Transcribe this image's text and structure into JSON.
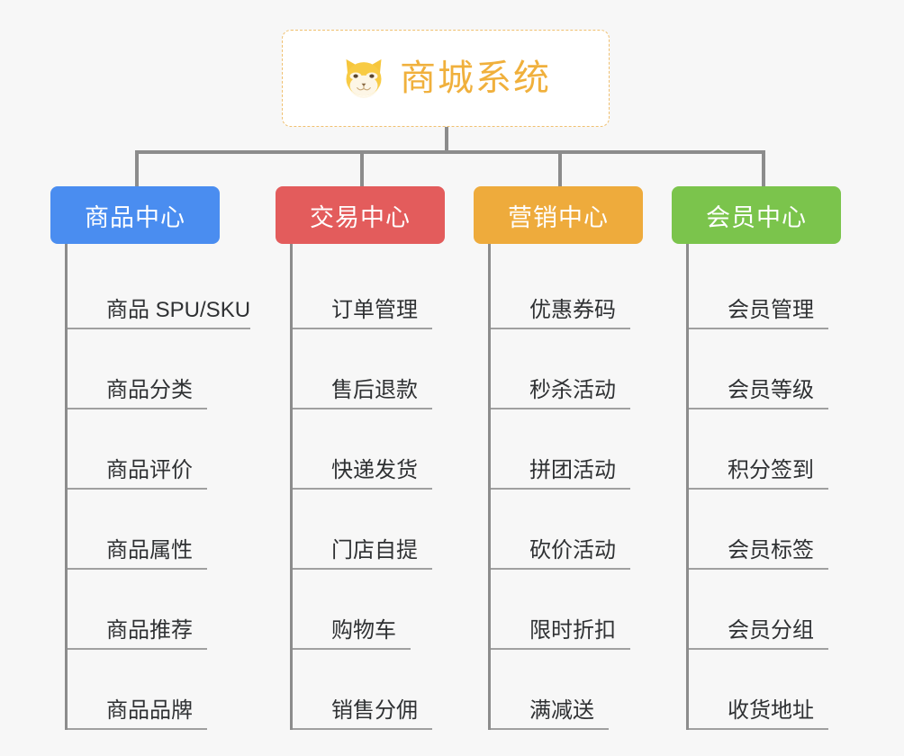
{
  "diagram": {
    "type": "org-tree",
    "background_color": "#f7f7f7",
    "root": {
      "title": "商城系统",
      "icon": "shiba-dog-icon",
      "text_color": "#f0b03c",
      "border_color": "#f0c070",
      "background_color": "#ffffff"
    },
    "connector_color": "#8c8c8c",
    "branches": [
      {
        "id": "product-center",
        "label": "商品中心",
        "color": "#4a8df0",
        "items": [
          {
            "label": "商品 SPU/SKU",
            "underline_width": 203
          },
          {
            "label": "商品分类",
            "underline_width": 155
          },
          {
            "label": "商品评价",
            "underline_width": 155
          },
          {
            "label": "商品属性",
            "underline_width": 155
          },
          {
            "label": "商品推荐",
            "underline_width": 155
          },
          {
            "label": "商品品牌",
            "underline_width": 155
          }
        ]
      },
      {
        "id": "trade-center",
        "label": "交易中心",
        "color": "#e35c5c",
        "items": [
          {
            "label": "订单管理",
            "underline_width": 155
          },
          {
            "label": "售后退款",
            "underline_width": 155
          },
          {
            "label": "快递发货",
            "underline_width": 155
          },
          {
            "label": "门店自提",
            "underline_width": 155
          },
          {
            "label": "购物车",
            "underline_width": 131
          },
          {
            "label": "销售分佣",
            "underline_width": 155
          }
        ]
      },
      {
        "id": "marketing-center",
        "label": "营销中心",
        "color": "#eeab3c",
        "items": [
          {
            "label": "优惠券码",
            "underline_width": 155
          },
          {
            "label": "秒杀活动",
            "underline_width": 155
          },
          {
            "label": "拼团活动",
            "underline_width": 155
          },
          {
            "label": "砍价活动",
            "underline_width": 155
          },
          {
            "label": "限时折扣",
            "underline_width": 155
          },
          {
            "label": "满减送",
            "underline_width": 131
          }
        ]
      },
      {
        "id": "member-center",
        "label": "会员中心",
        "color": "#7bc44c",
        "items": [
          {
            "label": "会员管理",
            "underline_width": 155
          },
          {
            "label": "会员等级",
            "underline_width": 155
          },
          {
            "label": "积分签到",
            "underline_width": 155
          },
          {
            "label": "会员标签",
            "underline_width": 155
          },
          {
            "label": "会员分组",
            "underline_width": 155
          },
          {
            "label": "收货地址",
            "underline_width": 155
          }
        ]
      }
    ]
  }
}
